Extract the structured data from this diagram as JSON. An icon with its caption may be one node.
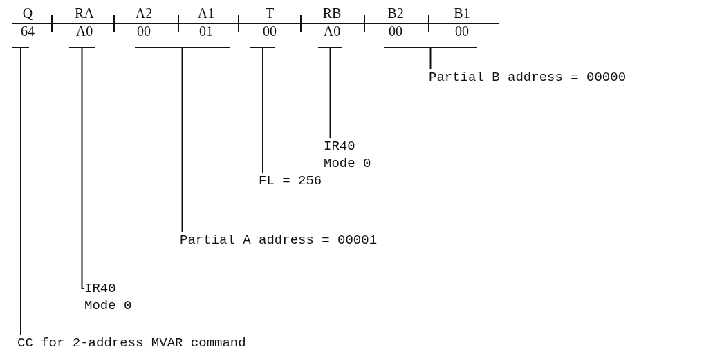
{
  "diagram": {
    "nodes": [
      {
        "text": [
          "Q",
          "64"
        ]
      },
      {
        "text": [
          "RA",
          "A0"
        ]
      },
      {
        "text": [
          "A2",
          "00"
        ]
      },
      {
        "text": [
          "A1",
          "01"
        ]
      },
      {
        "text": [
          "T",
          "00"
        ]
      },
      {
        "text": [
          "RB",
          "A0"
        ]
      },
      {
        "text": [
          "B2",
          "00"
        ]
      },
      {
        "text": [
          "B1",
          "00"
        ]
      },
      {
        "text": [],
        "shape": "bar"
      },
      {
        "text": [],
        "shape": "bar"
      },
      {
        "text": [],
        "shape": "bar"
      },
      {
        "text": [],
        "shape": "bar"
      },
      {
        "text": [],
        "shape": "bar"
      },
      {
        "text": [],
        "shape": "bar"
      },
      {
        "text": [
          "Partial B address = 00000"
        ]
      },
      {
        "text": [
          "IR40 Mode 0"
        ]
      },
      {
        "text": [
          "FL = 256"
        ]
      },
      {
        "text": [
          "Partial A address = 00001"
        ]
      },
      {
        "text": [
          "IR40 Mode 0"
        ]
      },
      {
        "text": [
          "CC for 2-address MVAR command"
        ]
      }
    ],
    "edges": [
      {
        "from": 14,
        "to": 13,
        "arrow": "none"
      },
      {
        "from": 15,
        "to": 12,
        "arrow": "none"
      },
      {
        "from": 16,
        "to": 11,
        "arrow": "none"
      },
      {
        "from": 17,
        "to": 10,
        "arrow": "none"
      },
      {
        "from": 18,
        "to": 9,
        "arrow": "none"
      },
      {
        "from": 19,
        "to": 8,
        "arrow": "none"
      }
    ]
  }
}
